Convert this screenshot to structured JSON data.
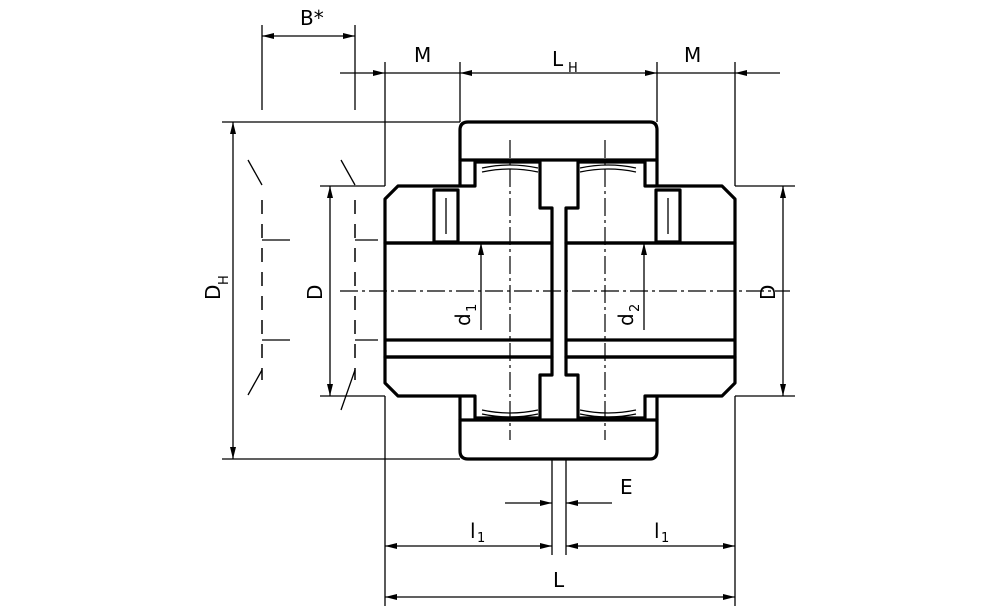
{
  "drawing": {
    "title": "Coupling cross-section",
    "labels": {
      "b_star": "B*",
      "m_left": "M",
      "l_h": "L",
      "l_h_sub": "H",
      "m_right": "M",
      "d_h": "D",
      "d_h_sub": "H",
      "d_left": "D",
      "d1": "d",
      "d1_sub": "1",
      "d2": "d",
      "d2_sub": "2",
      "d_right": "D",
      "e": "E",
      "l1_left": "l",
      "l1_left_sub": "1",
      "l1_right": "l",
      "l1_right_sub": "1",
      "l_total": "L"
    },
    "colors": {
      "line": "#000000",
      "background": "#ffffff"
    }
  }
}
